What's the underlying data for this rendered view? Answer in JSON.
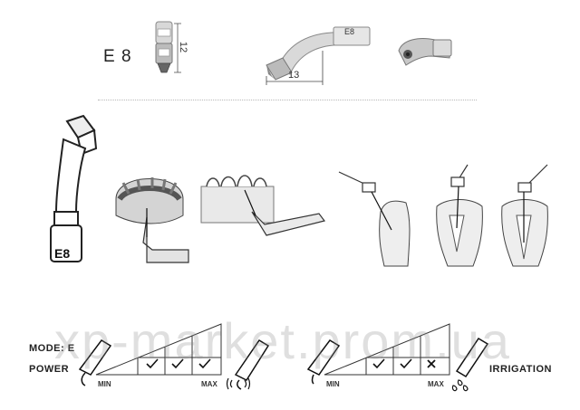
{
  "header": {
    "model": "E8",
    "model_display": "E 8",
    "dim_height": "12",
    "dim_length": "13",
    "tip_engraving": "E8"
  },
  "illustrations": {
    "tip_label": "E8"
  },
  "power_scale": {
    "mode_label": "MODE: E",
    "power_label": "POWER",
    "min_label": "MIN",
    "max_label": "MAX",
    "cells": [
      "check",
      "check",
      "check"
    ]
  },
  "irrigation_scale": {
    "irrigation_label": "IRRIGATION",
    "min_label": "MIN",
    "max_label": "MAX",
    "cells": [
      "check",
      "check",
      "cross"
    ]
  },
  "watermark": "xp-market.prom.ua"
}
